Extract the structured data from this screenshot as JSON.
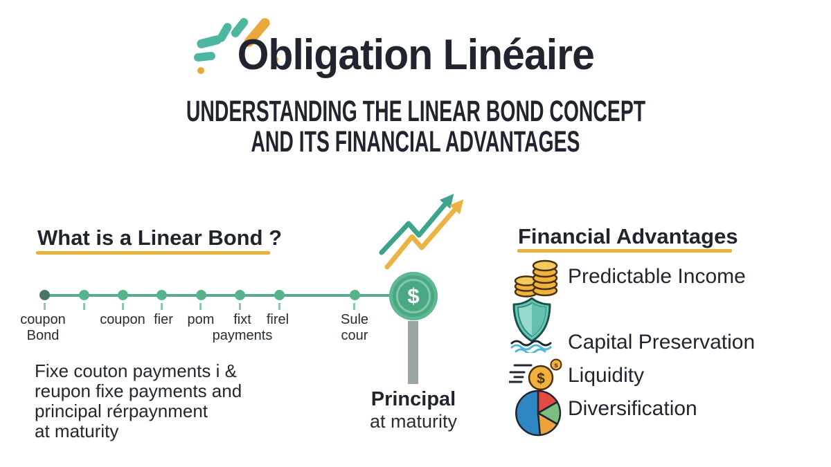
{
  "header": {
    "title": "Obligation Linéaire",
    "subtitle_line1": "UNDERSTANDING THE LINEAR BOND CONCEPT",
    "subtitle_line2": "AND ITS FINANCIAL ADVANTAGES",
    "logo_icon": "sparkle-burst-icon"
  },
  "colors": {
    "navy_text": "#1f242e",
    "gold_accent": "#e8b33c",
    "timeline_green": "#55ab8c",
    "timeline_first_dot": "#47756b",
    "coin_green": "#4ba981",
    "stem_gray": "#9aa6a4",
    "icon_gold": "#f0b13e",
    "shield_teal": "#6cc4b3",
    "wave_blue": "#4fb5da",
    "pie_blue": "#2e86c5",
    "pie_red": "#e14b44",
    "pie_green": "#7cbd80",
    "pie_orange": "#eca33d"
  },
  "left": {
    "heading": "What is a Linear Bond ?",
    "timeline": {
      "dot_count": 8,
      "labels": [
        "coupon\nBond",
        "coupon",
        "fier",
        "pom",
        "fixt\npayments",
        "firel",
        "Sule\ncour"
      ]
    },
    "description": "Fixe couton payments i &\nreupon fixe payments and\nprincipal rérpaynment\nat maturity"
  },
  "center": {
    "growth_icon": "rising-zigzag-arrows-icon",
    "coin_icon": "dollar-coin-icon",
    "coin_symbol": "$",
    "principal_label": "Principal",
    "principal_sub": "at maturity"
  },
  "right": {
    "heading": "Financial Advantages",
    "items": [
      {
        "icon": "coin-stacks-icon",
        "label": "Predictable Income"
      },
      {
        "icon": "shield-waves-icon",
        "label": "Capital Preservation"
      },
      {
        "icon": "speeding-coin-icon",
        "label": "Liquidity"
      },
      {
        "icon": "pie-chart-icon",
        "label": "Diversification"
      }
    ]
  }
}
